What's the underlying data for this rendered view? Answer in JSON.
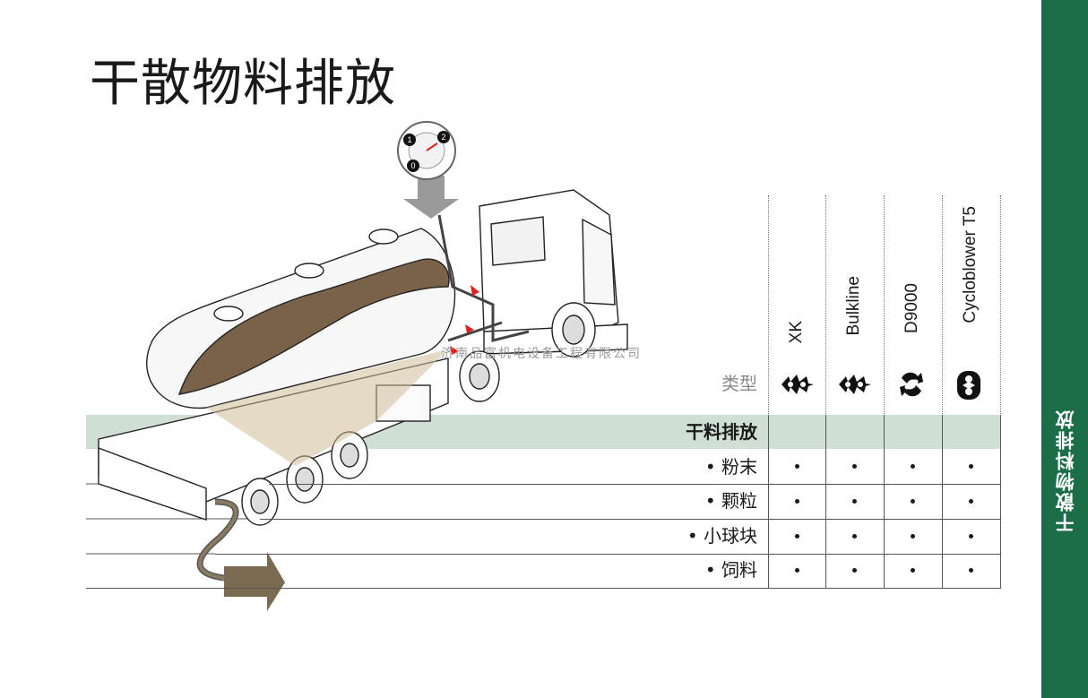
{
  "page": {
    "title": "干散物料排放",
    "sidebar_label": "干散物料排放",
    "watermark": "济南品富机电设备工程有限公司"
  },
  "gauge": {
    "ticks": [
      "0",
      "1",
      "2"
    ]
  },
  "table": {
    "type_label": "类型",
    "columns": [
      {
        "name": "XK"
      },
      {
        "name": "Bulkline"
      },
      {
        "name": "D9000"
      },
      {
        "name": "Cycloblower T5"
      }
    ],
    "section": {
      "label": "干料排放"
    },
    "rows": [
      {
        "label": "• 粉末",
        "marks": [
          "•",
          "•",
          "•",
          "•"
        ]
      },
      {
        "label": "• 颗粒",
        "marks": [
          "•",
          "•",
          "•",
          "•"
        ]
      },
      {
        "label": "• 小球块",
        "marks": [
          "•",
          "•",
          "•",
          "•"
        ]
      },
      {
        "label": "• 饲料",
        "marks": [
          "•",
          "•",
          "•",
          "•"
        ]
      }
    ]
  },
  "colors": {
    "brand_green": "#1b6e47",
    "band_green": "#cfdfd3",
    "cargo_brown": "#7a6248",
    "arrow_brown": "#7b6a52",
    "accent_red": "#e02020"
  },
  "icons": [
    "gauge-icon",
    "down-arrow-icon",
    "discharge-arrow-icon",
    "lobe-pump-icon",
    "vane-pump-icon",
    "screw-pump-icon"
  ]
}
